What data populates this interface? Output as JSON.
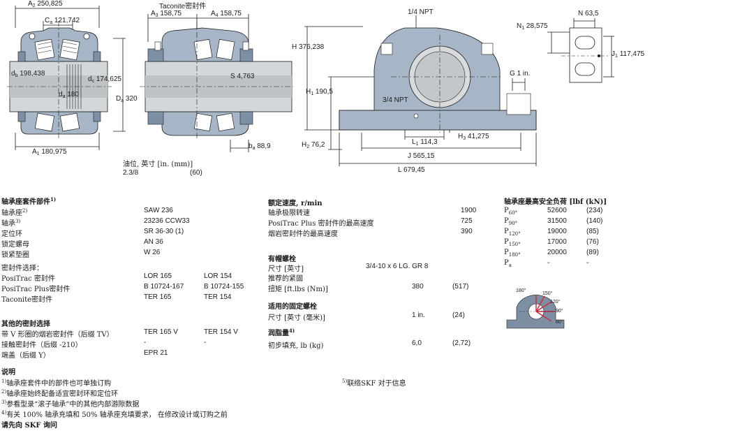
{
  "dims": {
    "A2": {
      "sym": "A",
      "sub": "2",
      "val": "250,825"
    },
    "Ca": {
      "sym": "C",
      "sub": "a",
      "val": "121,742"
    },
    "db": {
      "sym": "d",
      "sub": "b",
      "val": "198,438"
    },
    "dc": {
      "sym": "d",
      "sub": "c",
      "val": "174,625"
    },
    "da": {
      "sym": "d",
      "sub": "a",
      "val": "180"
    },
    "Da": {
      "sym": "D",
      "sub": "a",
      "val": "320"
    },
    "A1": {
      "sym": "A",
      "sub": "1",
      "val": "180,975"
    },
    "taconite": "Taconite密封件",
    "A3": {
      "sym": "A",
      "sub": "3",
      "val": "158,75"
    },
    "A4": {
      "sym": "A",
      "sub": "4",
      "val": "158,75"
    },
    "S": {
      "sym": "S",
      "val": "4,763"
    },
    "ba": {
      "sym": "b",
      "sub": "a",
      "val": "88,9"
    },
    "npt14": "1/4 NPT",
    "npt34": "3/4 NPT",
    "H": {
      "sym": "H",
      "val": "376,238"
    },
    "H1": {
      "sym": "H",
      "sub": "1",
      "val": "190,5"
    },
    "H2": {
      "sym": "H",
      "sub": "2",
      "val": "76,2"
    },
    "H3": {
      "sym": "H",
      "sub": "3",
      "val": "41,275"
    },
    "L1": {
      "sym": "L",
      "sub": "1",
      "val": "114,3"
    },
    "J": {
      "sym": "J",
      "val": "565,15"
    },
    "L": {
      "sym": "L",
      "val": "679,45"
    },
    "G": {
      "sym": "G",
      "val": "1 in."
    },
    "N": {
      "sym": "N",
      "val": "63,5"
    },
    "N1": {
      "sym": "N",
      "sub": "1",
      "val": "28,575"
    },
    "J1": {
      "sym": "J",
      "sub": "1",
      "val": "117,475"
    }
  },
  "oil": {
    "label": "油位, 英寸 [in. (mm)]",
    "in": "2.3/8",
    "mm": "(60)"
  },
  "parts": {
    "title": "轴承座套件部件",
    "title_sup": "1)",
    "rows": [
      {
        "label": "轴承座",
        "sup": "2)",
        "v1": "SAW 236",
        "v2": ""
      },
      {
        "label": "轴承",
        "sup": "3)",
        "v1": "23236 CCW33",
        "v2": ""
      },
      {
        "label": "定位环",
        "sup": "",
        "v1": "SR 36-30 (1)",
        "v2": ""
      },
      {
        "label": "锁定螺母",
        "sup": "",
        "v1": "AN 36",
        "v2": ""
      },
      {
        "label": "锁紧垫圈",
        "sup": "",
        "v1": "W 26",
        "v2": ""
      }
    ],
    "seal_title": "密封件选择：",
    "seal_rows": [
      {
        "label": "PosiTrac 密封件",
        "v1": "LOR 165",
        "v2": "LOR 154"
      },
      {
        "label": "PosiTrac Plus密封件",
        "v1": "B 10724-167",
        "v2": "B 10724-155"
      },
      {
        "label": "Taconite密封件",
        "v1": "TER 165",
        "v2": "TER 154"
      }
    ],
    "other_title": "其他的密封选择",
    "other_rows": [
      {
        "label": "带 V 形圈的烟岩密封件（后缀 TV）",
        "v1": "TER 165 V",
        "v2": "TER 154 V"
      },
      {
        "label": "接触密封件（后缀 -210）",
        "v1": "-",
        "v2": "-"
      },
      {
        "label": "端盖（后缀 Y）",
        "v1": "EPR 21",
        "v2": ""
      }
    ]
  },
  "speed": {
    "title": "额定速度, r/min",
    "rows": [
      {
        "label": "轴承极限转速",
        "val": "1900"
      },
      {
        "label": "PosiTrac Plus 密封件的最高速度",
        "val": "725"
      },
      {
        "label": "烟岩密封件的最高速度",
        "val": "390"
      }
    ]
  },
  "capbolts": {
    "title": "有帽螺栓",
    "size_label": "尺寸 [英寸]",
    "size_val": "3/4-10 x 6 LG. GR 8",
    "torque_title": "推荐的紧固",
    "torque_label": "扭矩 [ft.lbs (Nm)]",
    "torque_v1": "380",
    "torque_v2": "(517)"
  },
  "fixbolts": {
    "title": "适用的固定螺栓",
    "label": "尺寸 [英寸 (毫米)]",
    "v1": "1 in.",
    "v2": "(24)"
  },
  "grease": {
    "title": "润脂量",
    "title_sup": "4)",
    "label": "初步填充, lb (kg)",
    "v1": "6,0",
    "v2": "(2,72)"
  },
  "loads": {
    "title": "轴承座最高安全负荷 [lbf (kN)]",
    "rows": [
      {
        "p": "P",
        "sub": "60°",
        "v1": "52600",
        "v2": "(234)"
      },
      {
        "p": "P",
        "sub": "90°",
        "v1": "31500",
        "v2": "(140)"
      },
      {
        "p": "P",
        "sub": "120°",
        "v1": "19000",
        "v2": "(85)"
      },
      {
        "p": "P",
        "sub": "150°",
        "v1": "17000",
        "v2": "(76)"
      },
      {
        "p": "P",
        "sub": "180°",
        "v1": "20000",
        "v2": "(89)"
      },
      {
        "p": "P",
        "sub": "a",
        "v1": "-",
        "v2": "-"
      }
    ],
    "angles": [
      "180°",
      "150°",
      "120°",
      "90°",
      "60°"
    ]
  },
  "notes": {
    "title": "说明",
    "items": [
      {
        "sup": "1)",
        "text": "轴承座套件中的部件也可单独订购"
      },
      {
        "sup": "2)",
        "text": "轴承座始终配备适宜密封环和定位环"
      },
      {
        "sup": "3)",
        "text": "参看型录“滚子轴承”中的其他内部游隙数据"
      },
      {
        "sup": "4)",
        "text": "有关 100% 轴承充填和 50% 轴承座充填要求，  在修改设计或订购之前"
      }
    ],
    "contact": "请先向 SKF 询问",
    "note5_sup": "5)",
    "note5": "联络SKF 对于信息"
  },
  "colors": {
    "housing": "#a7b6c6",
    "housing_dark": "#7d8fa3",
    "shaft": "#cfd2d4",
    "line": "#1a1a1a"
  }
}
